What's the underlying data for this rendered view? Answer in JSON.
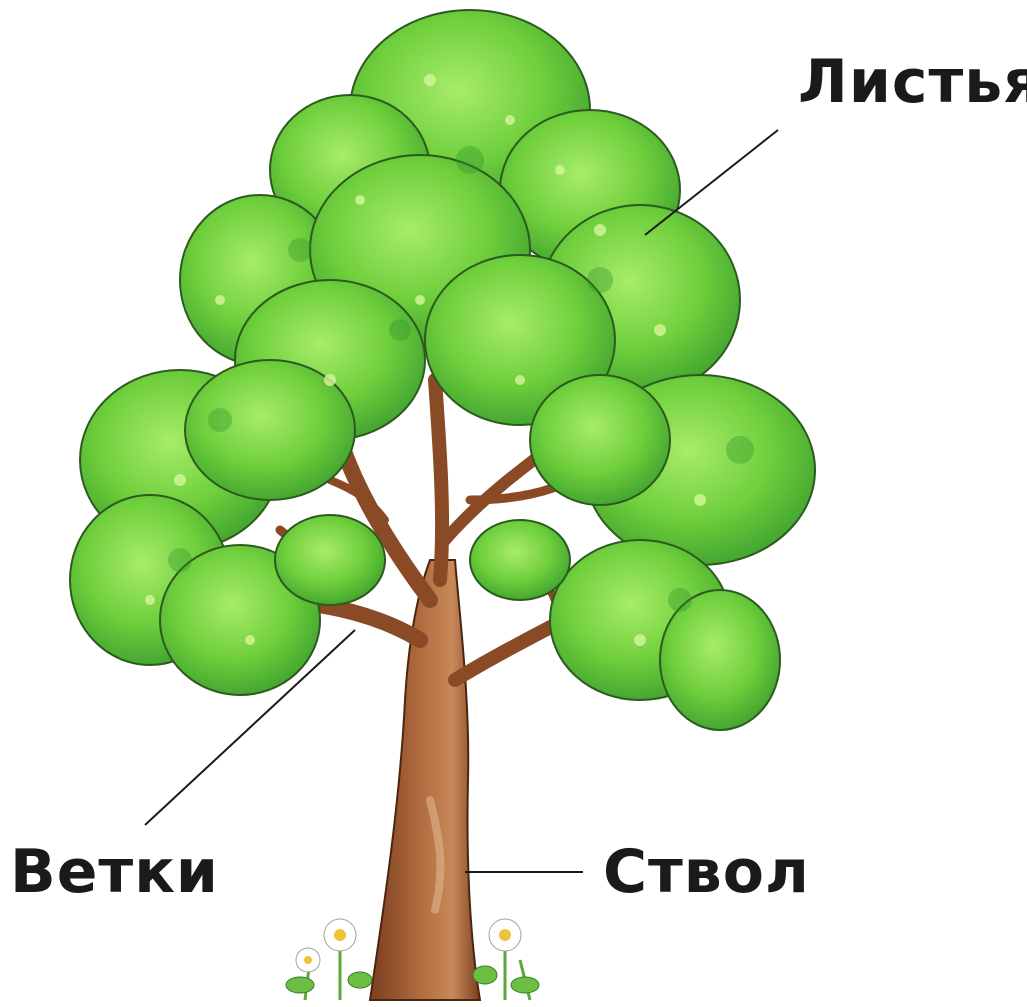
{
  "diagram": {
    "labels": {
      "leaves": "Листья",
      "branches": "Ветки",
      "trunk": "Ствол"
    }
  },
  "colors": {
    "foliage_light": "#8bdc4a",
    "foliage_mid": "#5cc23a",
    "foliage_dark": "#2f8f2a",
    "trunk": "#9a5530",
    "trunk_dark": "#6e3a1e",
    "pointer_line": "#1a1a1a",
    "text": "#1a1a1a"
  }
}
